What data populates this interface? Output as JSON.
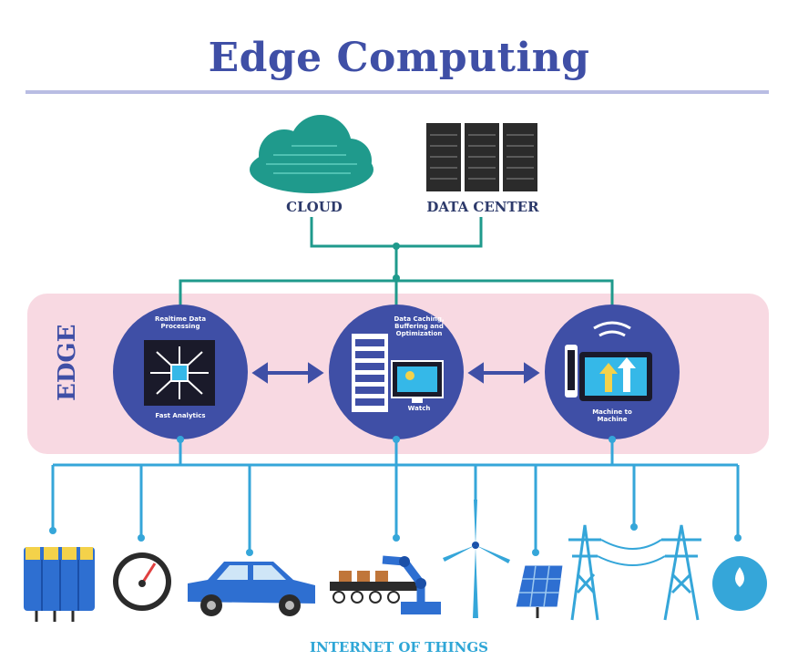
{
  "title": "Edge Computing",
  "top": {
    "cloud_label": "CLOUD",
    "datacenter_label": "DATA CENTER"
  },
  "edge": {
    "label": "EDGE",
    "nodes": [
      {
        "top_text": "Realtime Data Processing",
        "bottom_text": "Fast Analytics",
        "icon": "processor-chip-icon"
      },
      {
        "top_text": "Data Caching, Buffering and Optimization",
        "bottom_text": "Watch",
        "icon": "server-monitor-icon"
      },
      {
        "top_text": "",
        "bottom_text": "Machine to Machine",
        "icon": "tablet-wireless-icon"
      }
    ]
  },
  "iot": {
    "label": "INTERNET OF THINGS",
    "devices": [
      "battery-icon",
      "gauge-icon",
      "car-icon",
      "robotic-arm-conveyor-icon",
      "wind-turbine-icon",
      "solar-panel-icon",
      "power-lines-icon",
      "water-drop-icon"
    ]
  },
  "colors": {
    "title": "#3f4fa6",
    "circle": "#3f4fa6",
    "edge_band": "#f8d9e2",
    "cloud": "#1f9a8c",
    "iot_line": "#35a6d9"
  }
}
